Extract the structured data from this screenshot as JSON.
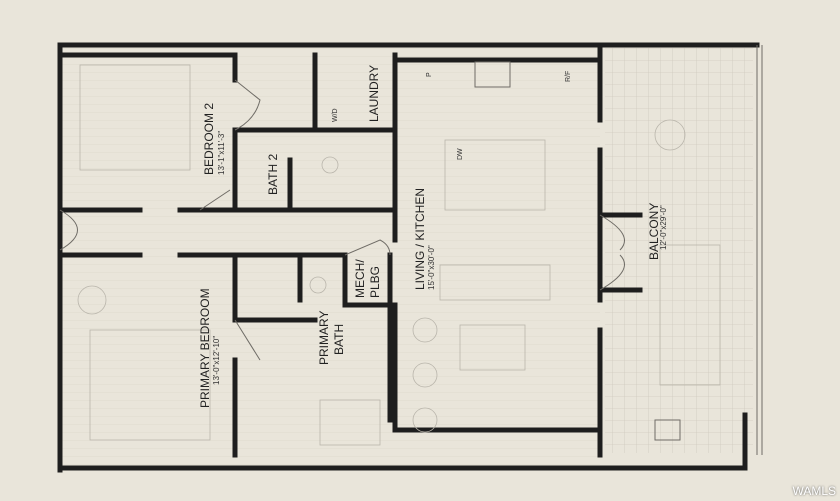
{
  "rooms": {
    "bedroom2": {
      "name": "BEDROOM 2",
      "dims": "13'-1\"x11'-3\""
    },
    "bath2": {
      "name": "BATH 2"
    },
    "laundry": {
      "name": "LAUNDRY",
      "wd": "W/D"
    },
    "living": {
      "name": "LIVING / KITCHEN",
      "dims": "15'-0\"x30'-0\""
    },
    "kitchen": {
      "pantry": "P",
      "fridge": "R/F",
      "dishwasher": "DW"
    },
    "primary_bedroom": {
      "name": "PRIMARY BEDROOM",
      "dims": "13'-0\"x12'-10\""
    },
    "primary_bath": {
      "name1": "PRIMARY",
      "name2": "BATH"
    },
    "mech": {
      "name1": "MECH/",
      "name2": "PLBG"
    },
    "balcony": {
      "name": "BALCONY",
      "dims": "12'-0\"x29'-0\""
    }
  },
  "watermark": "WAMLS"
}
